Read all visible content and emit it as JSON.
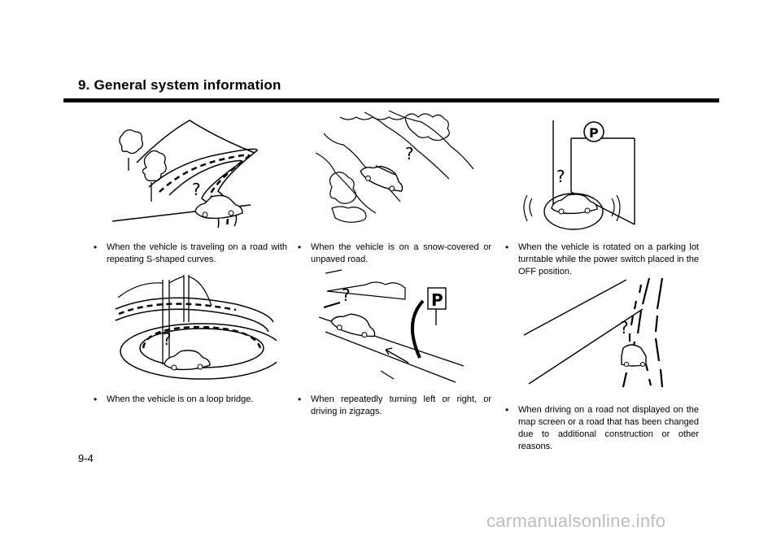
{
  "header": {
    "title": "9. General system information"
  },
  "captions": [
    {
      "text": "When the vehicle is traveling on a road with repeating S-shaped curves."
    },
    {
      "text": "When the vehicle is on a loop bridge."
    },
    {
      "text": "When the vehicle is on a snow-covered or unpaved road."
    },
    {
      "text": "When repeatedly turning left or right, or driving in zigzags."
    },
    {
      "text": "When the vehicle is rotated on a parking lot turntable while the power switch placed in the OFF position."
    },
    {
      "text": "When driving on a road not displayed on the map screen or a road that has been changed due to additional construction or other reasons."
    }
  ],
  "bullet_glyph": "•",
  "illustration_marks": {
    "question": "?",
    "parking": "P"
  },
  "footer": {
    "page_number": "9-4"
  },
  "watermark": {
    "text": "carmanualsonline.info"
  }
}
